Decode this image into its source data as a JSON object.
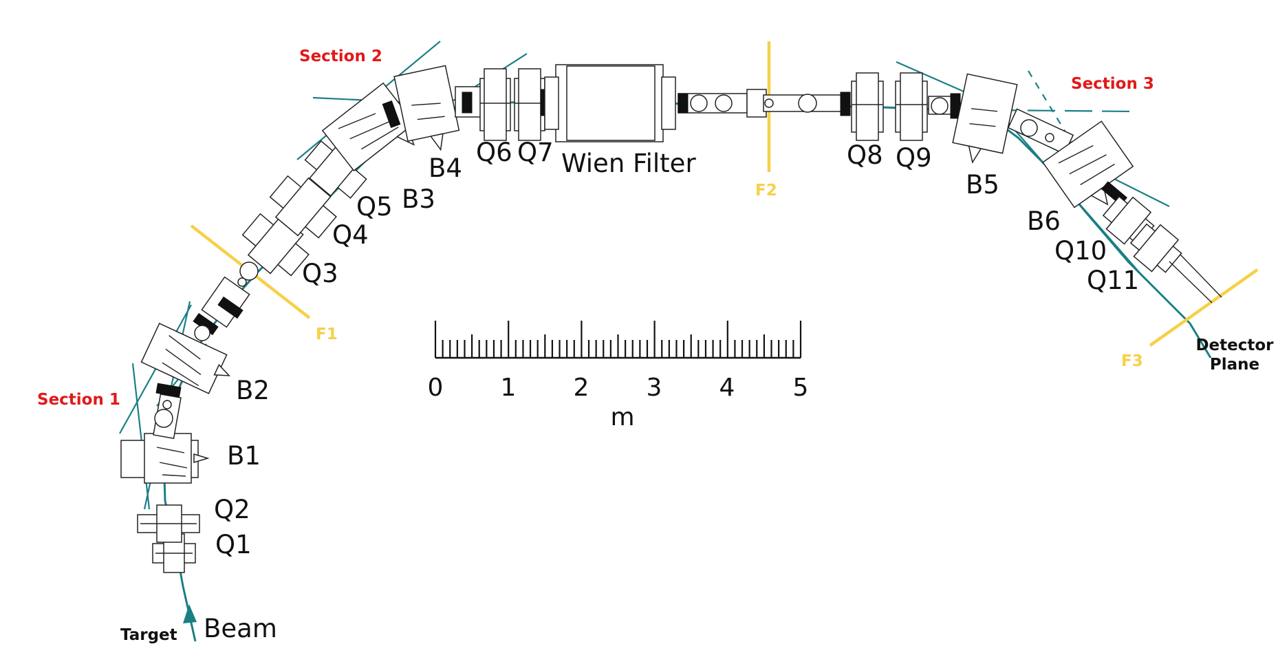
{
  "sections": [
    {
      "label": "Section 1"
    },
    {
      "label": "Section 2"
    },
    {
      "label": "Section 3"
    }
  ],
  "focal_planes": [
    "F1",
    "F2",
    "F3"
  ],
  "dipoles": [
    "B1",
    "B2",
    "B3",
    "B4",
    "B5",
    "B6"
  ],
  "quadrupoles": [
    "Q1",
    "Q2",
    "Q3",
    "Q4",
    "Q5",
    "Q6",
    "Q7",
    "Q8",
    "Q9",
    "Q10",
    "Q11"
  ],
  "wien_filter": "Wien Filter",
  "scale": {
    "ticks": [
      "0",
      "1",
      "2",
      "3",
      "4",
      "5"
    ],
    "unit": "m"
  },
  "target": "Target",
  "beam": "Beam",
  "detector_plane": {
    "line1": "Detector",
    "line2": "Plane"
  },
  "colors": {
    "beam_line": "#1a7f84",
    "section_label": "#e11919",
    "focal_plane": "#f6d048",
    "equipment": "#222222"
  }
}
